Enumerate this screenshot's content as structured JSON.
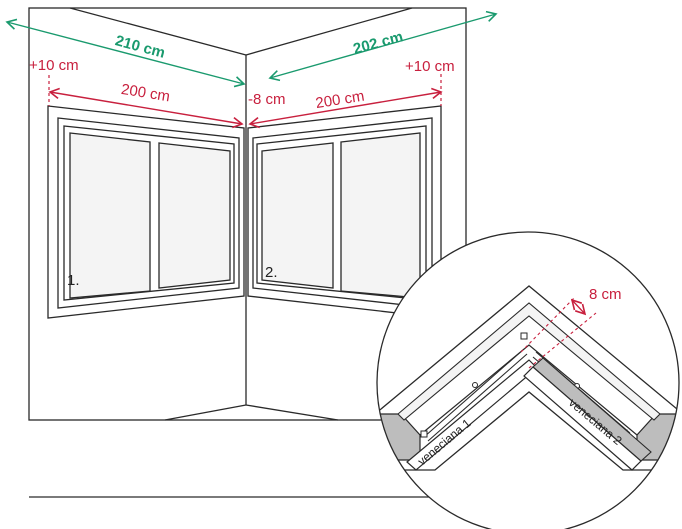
{
  "colors": {
    "green": "#1a9a6e",
    "red": "#c8203e",
    "line": "#2a2a2a",
    "wall_shade": "#bdbdbd",
    "pane": "#f4f4f4"
  },
  "dimensions": {
    "overall_left": "210 cm",
    "overall_right": "202 cm",
    "window_left": "200 cm",
    "window_right": "200 cm",
    "extra_left": "+10 cm",
    "extra_right": "+10 cm",
    "corner_offset": "-8 cm",
    "detail_offset": "8 cm"
  },
  "windows": {
    "left_number": "1.",
    "right_number": "2."
  },
  "detail": {
    "blind_1": "veneciana 1",
    "blind_2": "veneciana 2"
  }
}
